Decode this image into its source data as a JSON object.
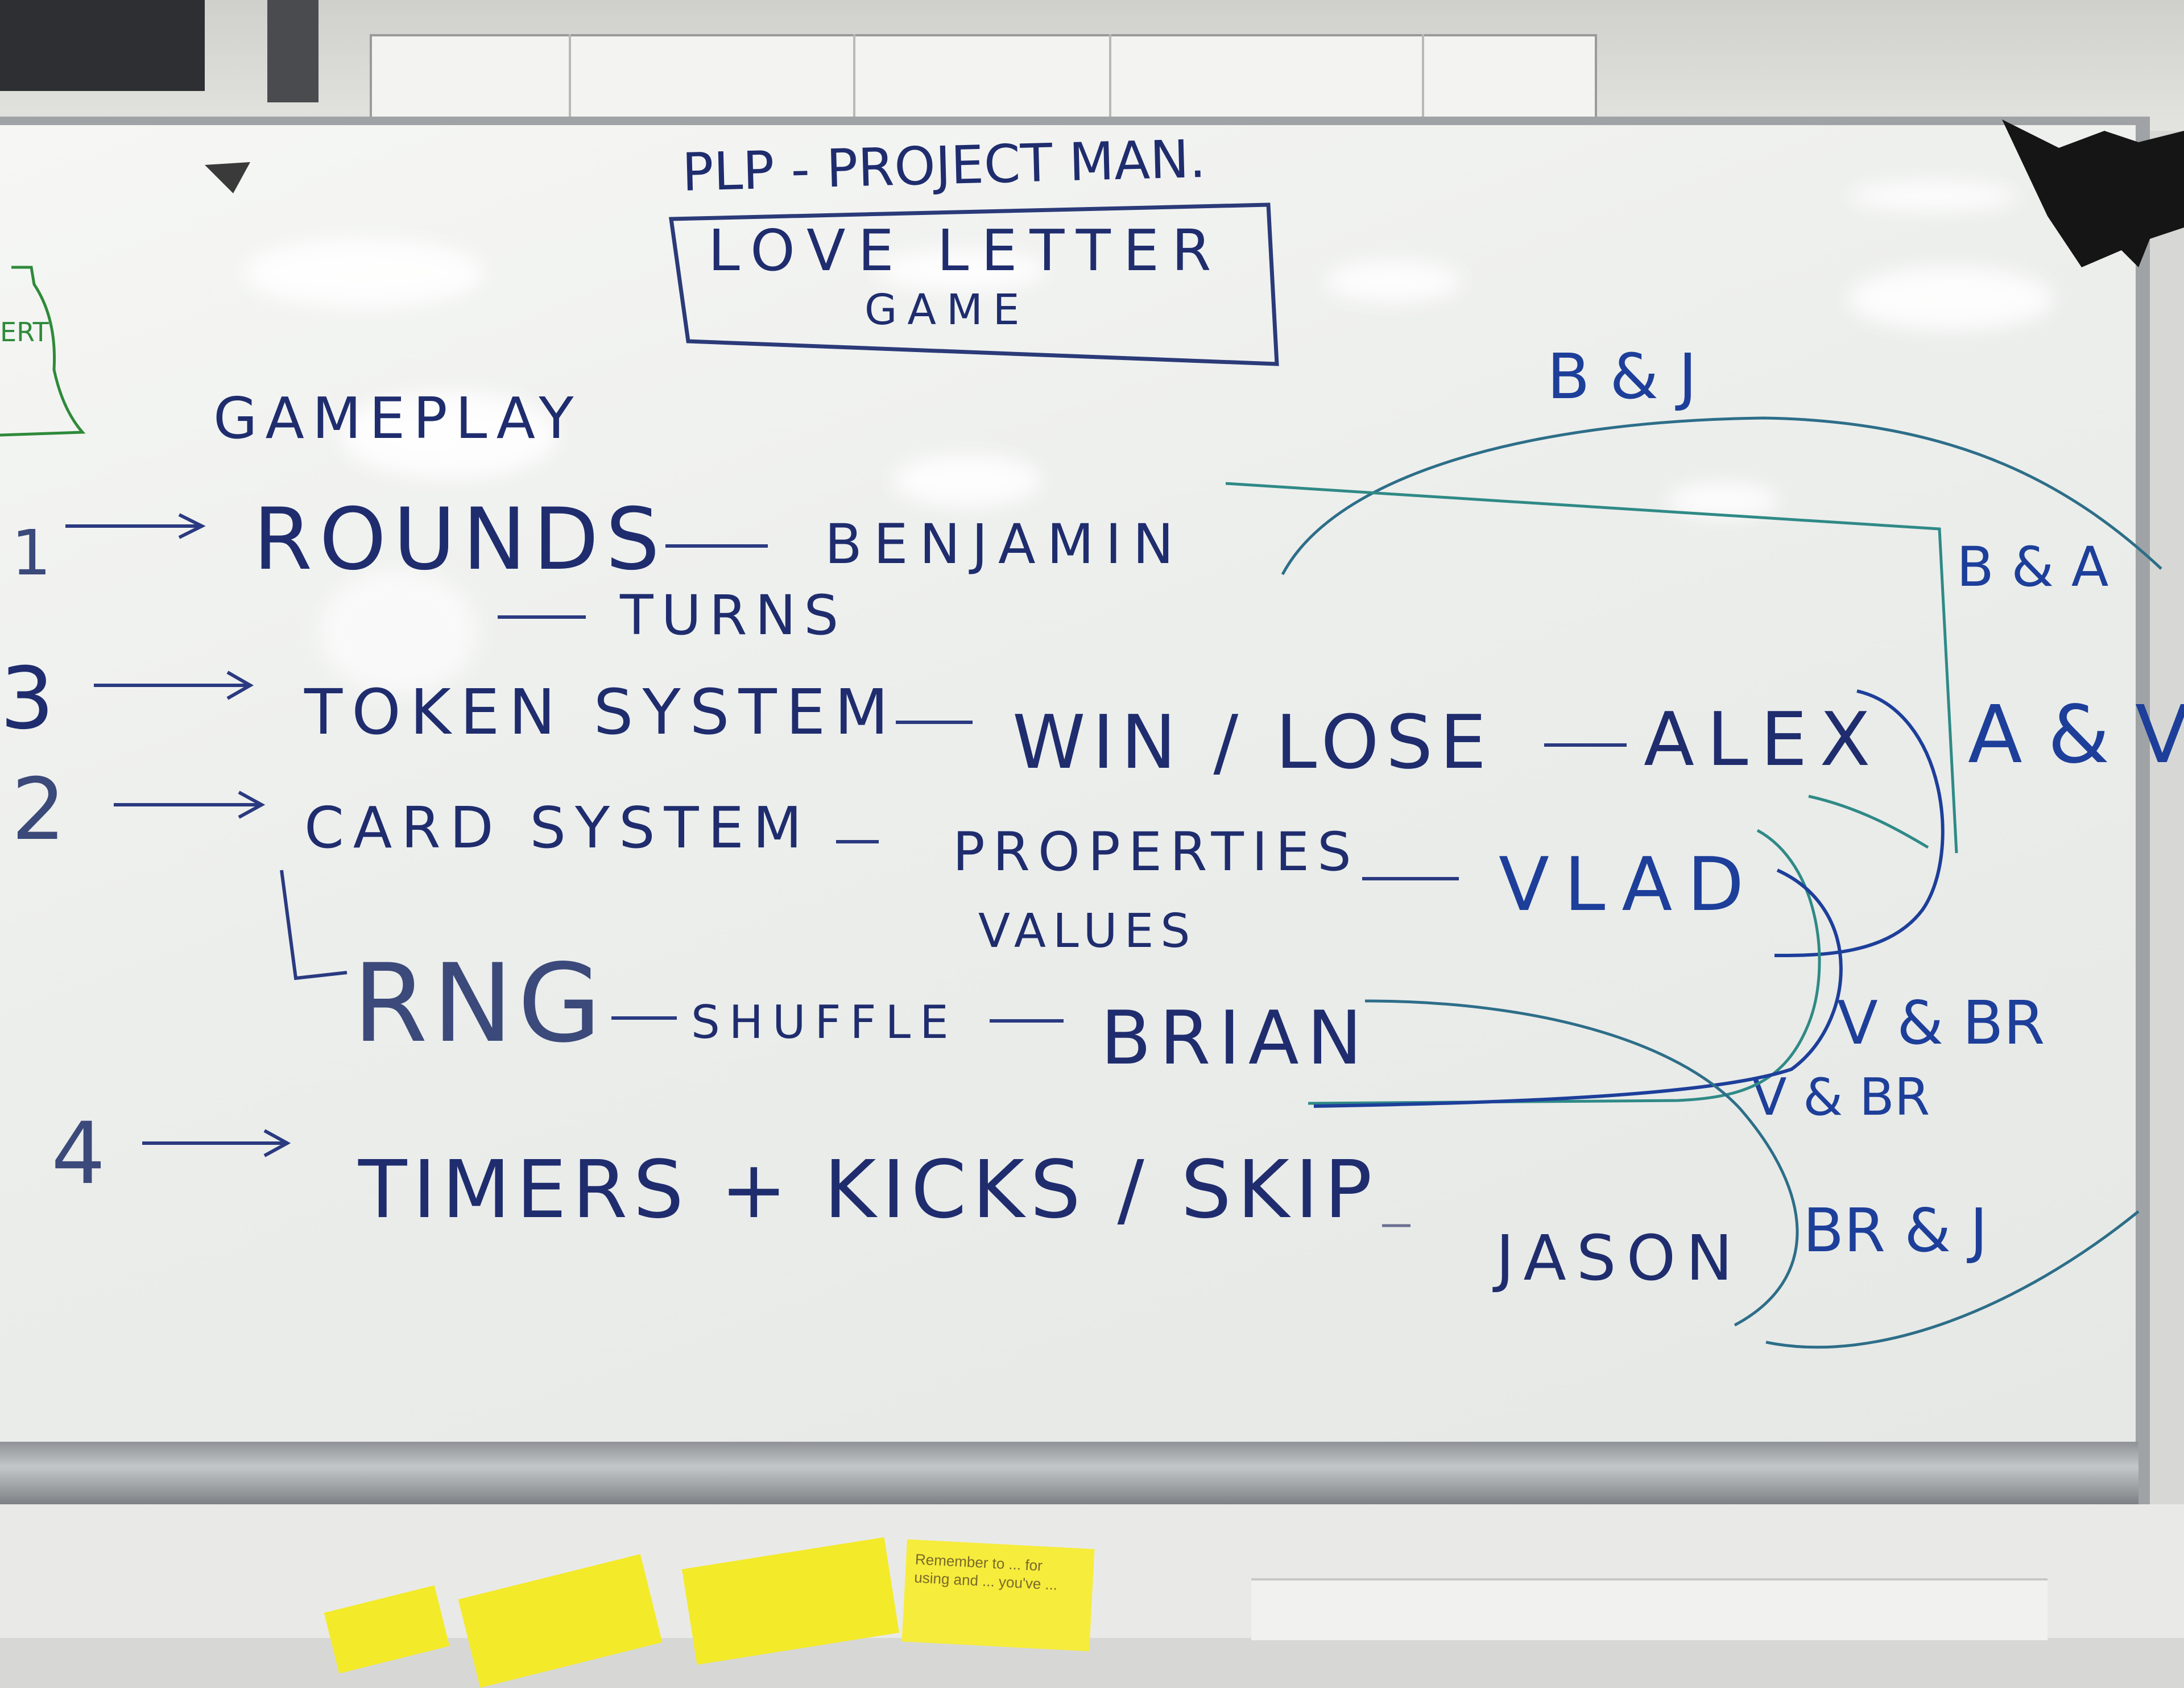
{
  "board": {
    "heading": "PLP - PROJECT MAN.",
    "box_title_line1": "LOVE LETTER",
    "box_title_line2": "GAME",
    "section": "GAMEPLAY",
    "side_note": "ERT",
    "rows": [
      {
        "number": "1",
        "task": "ROUNDS",
        "detail": "BENJAMIN",
        "sub": "TURNS"
      },
      {
        "number": "3",
        "task": "TOKEN SYSTEM",
        "detail": "WIN / LOSE",
        "owner": "ALEX"
      },
      {
        "number": "2",
        "task": "CARD SYSTEM",
        "detail": "PROPERTIES",
        "detail2": "VALUES",
        "owner": "VLAD"
      },
      {
        "number": "",
        "task": "RNG",
        "detail": "SHUFFLE",
        "owner": "BRIAN"
      },
      {
        "number": "4",
        "task": "TIMERS + KICKS / SKIP",
        "owner": "JASON"
      }
    ],
    "pairs": [
      "B & J",
      "B & A",
      "A & V",
      "V & BR",
      "V & BR",
      "BR & J"
    ]
  },
  "sticky_notes": {
    "note4_text": "Remember to ... for using and ... you've ..."
  },
  "colors": {
    "marker_navy": "#1f2d6e",
    "marker_blue": "#1d3f9a",
    "marker_teal": "#2f8a86",
    "marker_green": "#2f8a3a",
    "sticky_yellow": "#f3ea2a"
  }
}
